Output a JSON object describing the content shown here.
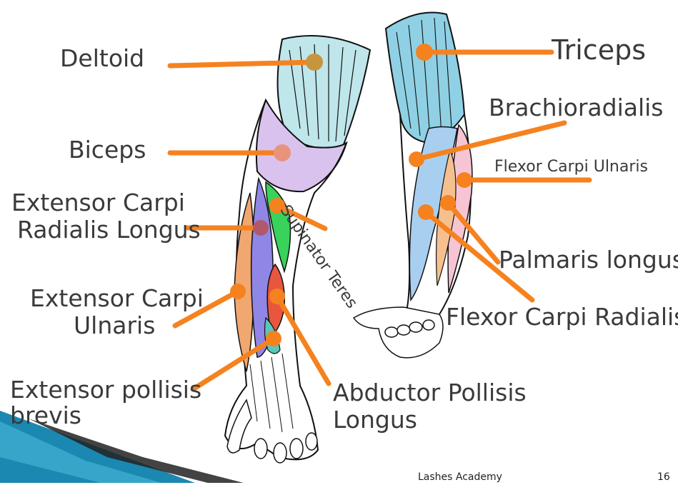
{
  "slide": {
    "footer_text": "Lashes Academy",
    "page_number": "16"
  },
  "labels": {
    "deltoid": "Deltoid",
    "biceps": "Biceps",
    "ecrl_line1": "Extensor Carpi",
    "ecrl_line2": "Radialis Longus",
    "ecu_line1": "Extensor Carpi",
    "ecu_line2": "Ulnaris",
    "epb_line1": "Extensor pollisis",
    "epb_line2": "brevis",
    "supinator_teres": "Supinator Teres",
    "apl_line1": "Abductor Pollisis",
    "apl_line2": "Longus",
    "triceps": "Triceps",
    "brachioradialis": "Brachioradialis",
    "fcu": "Flexor Carpi Ulnaris",
    "palmaris": "Palmaris longus",
    "fcr": "Flexor Carpi Radialis"
  },
  "colors": {
    "leader": "#f5821f",
    "deltoid": "#bfe6ea",
    "triceps": "#8fd0e4",
    "biceps": "#d9c3ee",
    "ecrl": "#8f86e6",
    "ecu": "#f0a770",
    "supinator": "#39d25a",
    "apl": "#e8573d",
    "forearm_blue": "#a9cff0",
    "forearm_pink": "#f7c4d4",
    "forearm_orange": "#f5c08f",
    "corner_blue": "#1a88b0"
  }
}
